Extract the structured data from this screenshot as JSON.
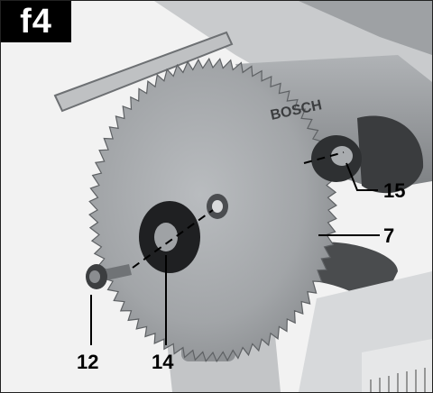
{
  "figure": {
    "badge": "f4",
    "brand": "BOSCH",
    "callouts": {
      "c12": "12",
      "c14": "14",
      "c15": "15",
      "c7": "7"
    }
  }
}
